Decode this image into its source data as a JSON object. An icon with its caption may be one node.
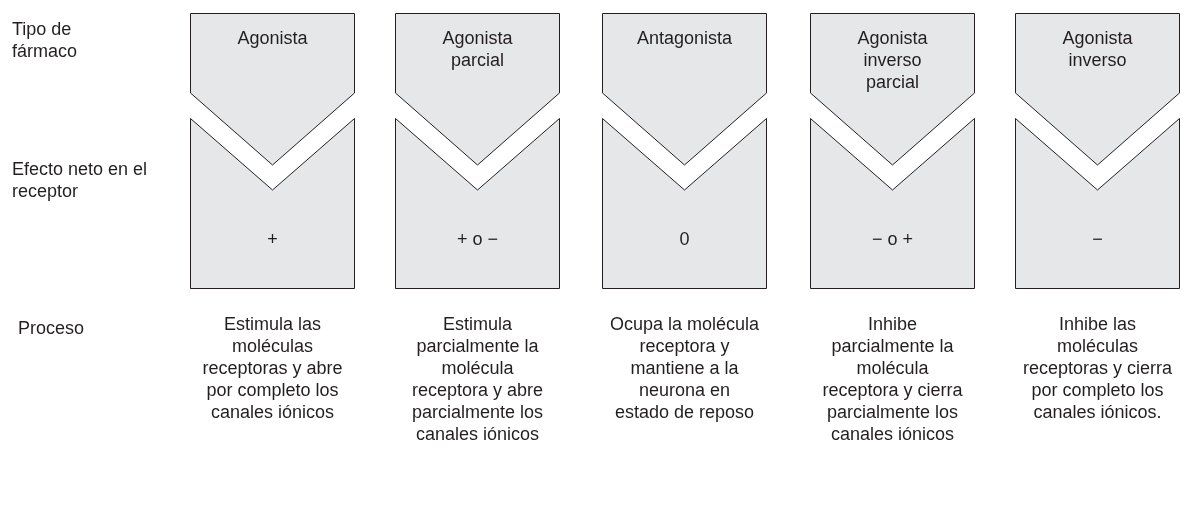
{
  "diagram": {
    "nodes": [
      {
        "text": [
          "Agonista"
        ]
      },
      {
        "text": [
          "Agonista parcial"
        ]
      },
      {
        "text": [
          "Antagonista"
        ]
      },
      {
        "text": [
          "Agonista inverso parcial"
        ]
      },
      {
        "text": [
          "Agonista inverso"
        ]
      },
      {
        "text": [
          "+"
        ],
        "beside": [
          "Estimula las moléculas receptoras y abre por completo los canales iónicos"
        ]
      },
      {
        "text": [
          "+ o −"
        ],
        "beside": [
          "Estimula parcialmente la molécula receptora y abre parcialmente los canales iónicos"
        ]
      },
      {
        "text": [
          "0"
        ],
        "beside": [
          "Ocupa la molécula receptora y mantiene a la neurona en estado de reposo"
        ]
      },
      {
        "text": [
          "− o +"
        ],
        "beside": [
          "Inhibe parcialmente la molécula receptora y cierra parcialmente los canales iónicos"
        ]
      },
      {
        "text": [
          "−"
        ],
        "beside": [
          "Inhibe las moléculas receptoras y cierra por completo los canales iónicos."
        ]
      }
    ],
    "edges": [],
    "labels": [
      "Tipo de fármaco",
      "Efecto neto en el receptor",
      "Proceso"
    ]
  }
}
